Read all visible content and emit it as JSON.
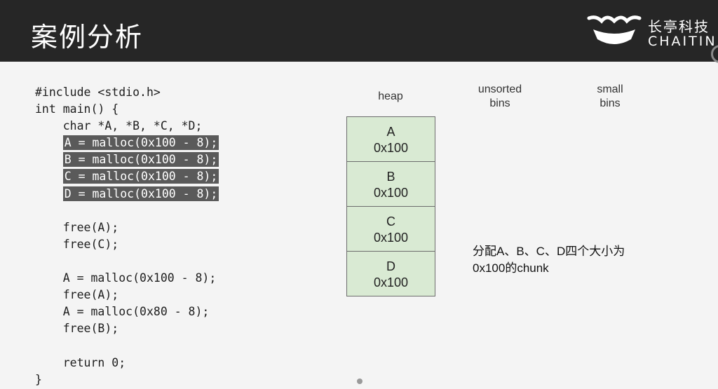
{
  "header": {
    "title": "案例分析",
    "logo_cn": "长亭科技",
    "logo_en": "CHAITIN"
  },
  "code": {
    "lines": [
      {
        "text": "#include <stdio.h>",
        "highlight": false
      },
      {
        "text": "int main() {",
        "highlight": false
      },
      {
        "text": "    char *A, *B, *C, *D;",
        "highlight": false
      },
      {
        "text": "    A = malloc(0x100 - 8);",
        "highlight": true
      },
      {
        "text": "    B = malloc(0x100 - 8);",
        "highlight": true
      },
      {
        "text": "    C = malloc(0x100 - 8);",
        "highlight": true
      },
      {
        "text": "    D = malloc(0x100 - 8);",
        "highlight": true
      },
      {
        "text": "",
        "highlight": false
      },
      {
        "text": "    free(A);",
        "highlight": false
      },
      {
        "text": "    free(C);",
        "highlight": false
      },
      {
        "text": "",
        "highlight": false
      },
      {
        "text": "    A = malloc(0x100 - 8);",
        "highlight": false
      },
      {
        "text": "    free(A);",
        "highlight": false
      },
      {
        "text": "    A = malloc(0x80 - 8);",
        "highlight": false
      },
      {
        "text": "    free(B);",
        "highlight": false
      },
      {
        "text": "",
        "highlight": false
      },
      {
        "text": "    return 0;",
        "highlight": false
      },
      {
        "text": "}",
        "highlight": false
      }
    ]
  },
  "columns": {
    "heap": "heap",
    "unsorted_line1": "unsorted",
    "unsorted_line2": "bins",
    "small_line1": "small",
    "small_line2": "bins"
  },
  "heap": {
    "chunks": [
      {
        "name": "A",
        "size": "0x100"
      },
      {
        "name": "B",
        "size": "0x100"
      },
      {
        "name": "C",
        "size": "0x100"
      },
      {
        "name": "D",
        "size": "0x100"
      }
    ]
  },
  "note": {
    "line1": "分配A、B、C、D四个大小为",
    "line2": "0x100的chunk"
  },
  "colors": {
    "header_bg": "#262626",
    "chunk_fill": "#d9ead3",
    "highlight_bg": "#5a5a5a"
  }
}
